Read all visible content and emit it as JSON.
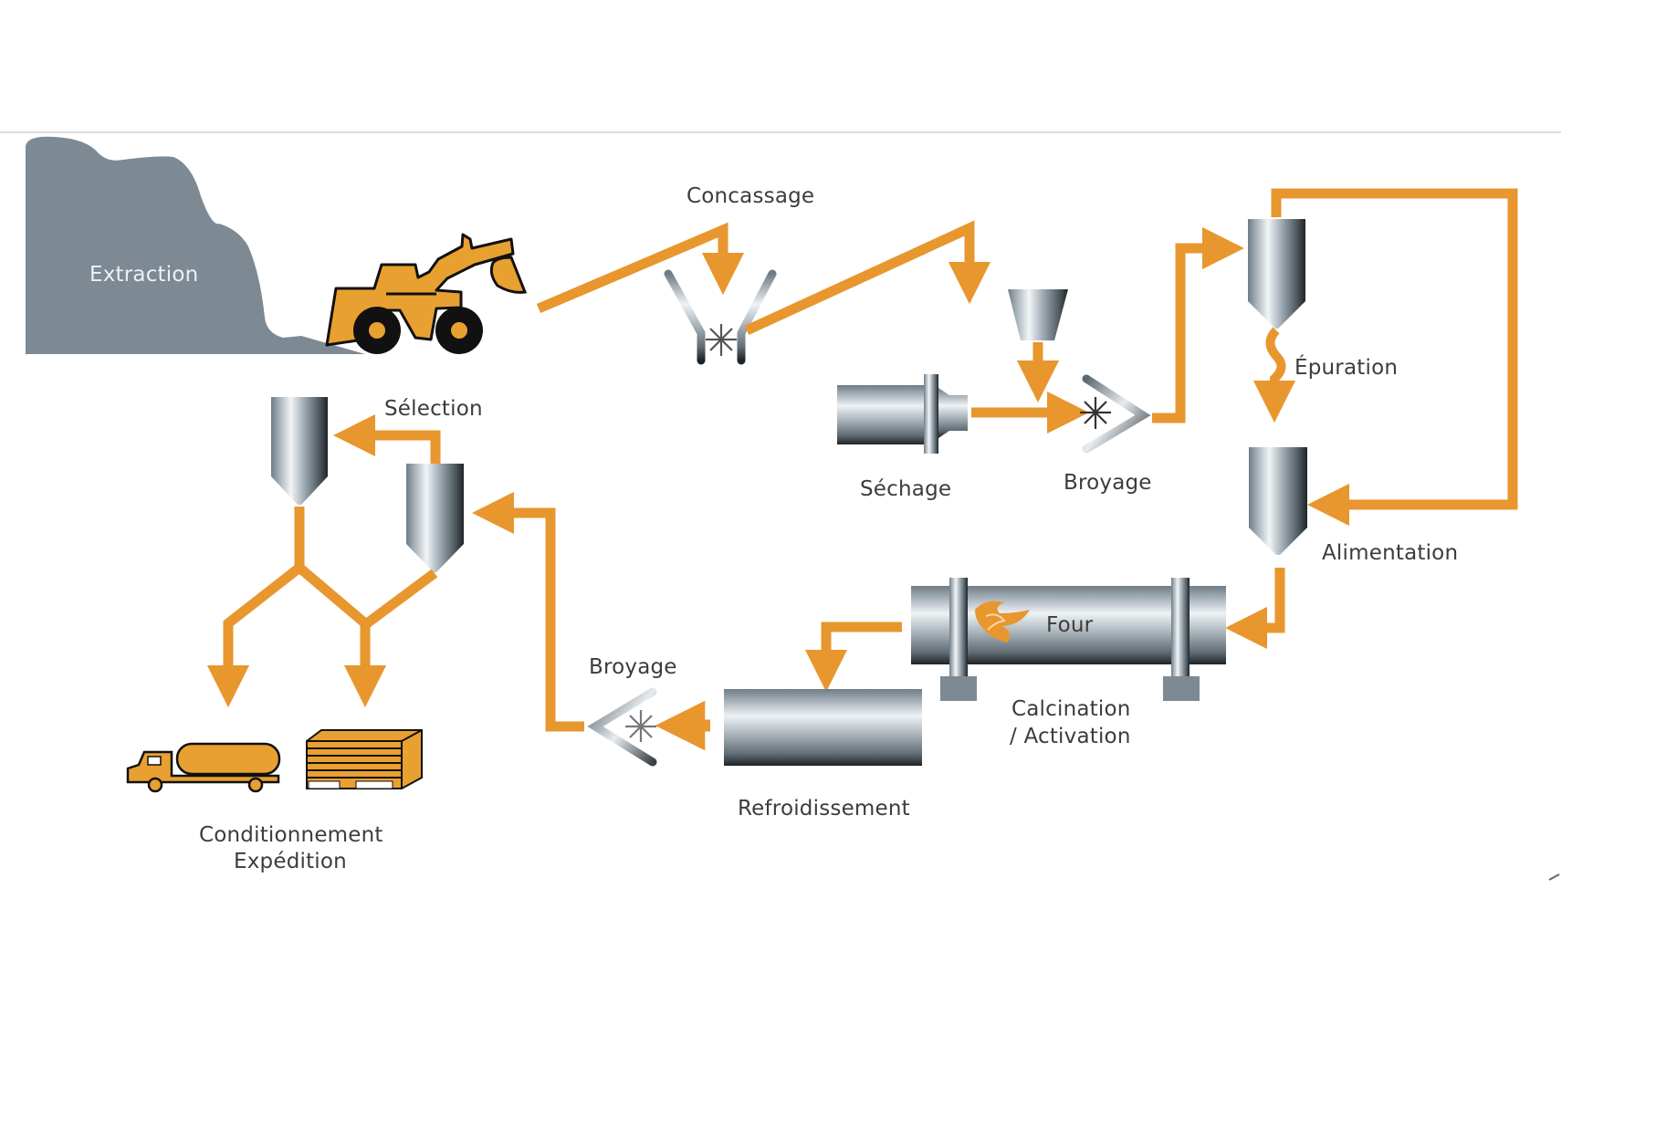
{
  "title": "Procédé de fabrication — schéma de flux",
  "colors": {
    "flow": "#E8962E",
    "rock": "#7D8A94",
    "machine": "#E8A030",
    "outline": "#111111",
    "label": "#3c3c3c",
    "separator": "#d0d0d0"
  },
  "steps": {
    "extraction": "Extraction",
    "concassage": "Concassage",
    "sechage": "Séchage",
    "broyage_1": "Broyage",
    "epuration": "Épuration",
    "alimentation": "Alimentation",
    "four": "Four",
    "calcination_1": "Calcination",
    "calcination_2": "/ Activation",
    "refroidissement": "Refroidissement",
    "broyage_2": "Broyage",
    "selection": "Sélection",
    "conditionnement_1": "Conditionnement",
    "conditionnement_2": "Expédition"
  },
  "flow_sequence": [
    "Extraction",
    "Concassage",
    "Séchage",
    "Broyage",
    "Épuration",
    "Alimentation",
    "Four (Calcination / Activation)",
    "Refroidissement",
    "Broyage",
    "Sélection",
    "Conditionnement / Expédition"
  ],
  "icons": {
    "extraction": "wheel-loader-icon",
    "concassage": "crusher-icon",
    "sechage": "dryer-cylinder-icon",
    "broyage": "grinder-icon",
    "epuration": "silo-icon",
    "alimentation": "silo-icon",
    "four": "rotary-kiln-icon",
    "flame": "flame-icon",
    "refroidissement": "cooler-cylinder-icon",
    "selection": "silo-icon",
    "expedition_truck": "tanker-truck-icon",
    "expedition_pallet": "pallet-bags-icon"
  }
}
